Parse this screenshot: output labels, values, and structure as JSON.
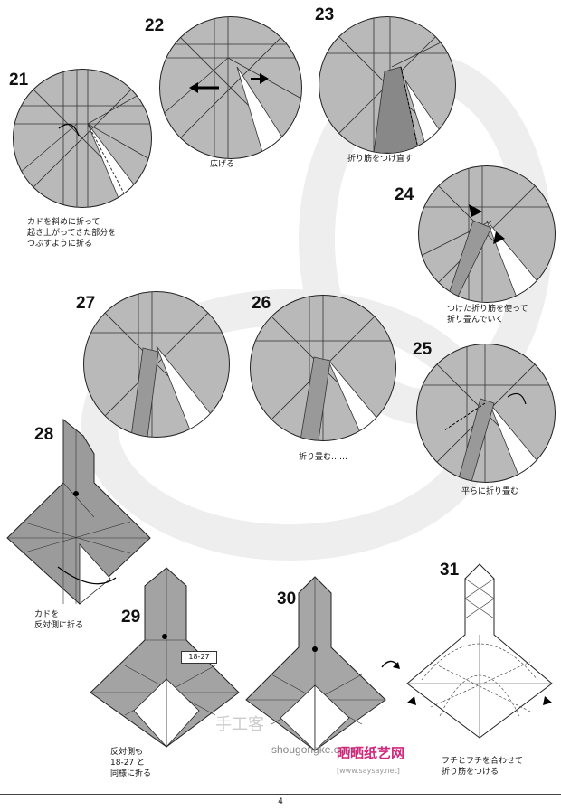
{
  "steps": {
    "s21": {
      "num": "21",
      "caption": "カドを斜めに折って\n起き上がってきた部分を\nつぶすように折る"
    },
    "s22": {
      "num": "22",
      "caption": "広げる"
    },
    "s23": {
      "num": "23",
      "caption": "折り筋をつけ直す"
    },
    "s24": {
      "num": "24",
      "caption": "つけた折り筋を使って\n折り畳んでいく"
    },
    "s25": {
      "num": "25",
      "caption": "平らに折り畳む"
    },
    "s26": {
      "num": "26",
      "caption": "折り畳む……"
    },
    "s27": {
      "num": "27",
      "caption": ""
    },
    "s28": {
      "num": "28",
      "caption": "カドを\n反対側に折る"
    },
    "s29": {
      "num": "29",
      "caption": "反対側も\n18-27 と\n同様に折る",
      "ref_label": "18-27"
    },
    "s30": {
      "num": "30",
      "caption": ""
    },
    "s31": {
      "num": "31",
      "caption": "フチとフチを合わせて\n折り筋をつける"
    }
  },
  "watermark": {
    "site_cn": "手工客",
    "site_url": "shougongke.com",
    "brand_cn": "晒晒纸艺网",
    "brand_url": "[www.saysay.net]"
  },
  "page_number": "4"
}
